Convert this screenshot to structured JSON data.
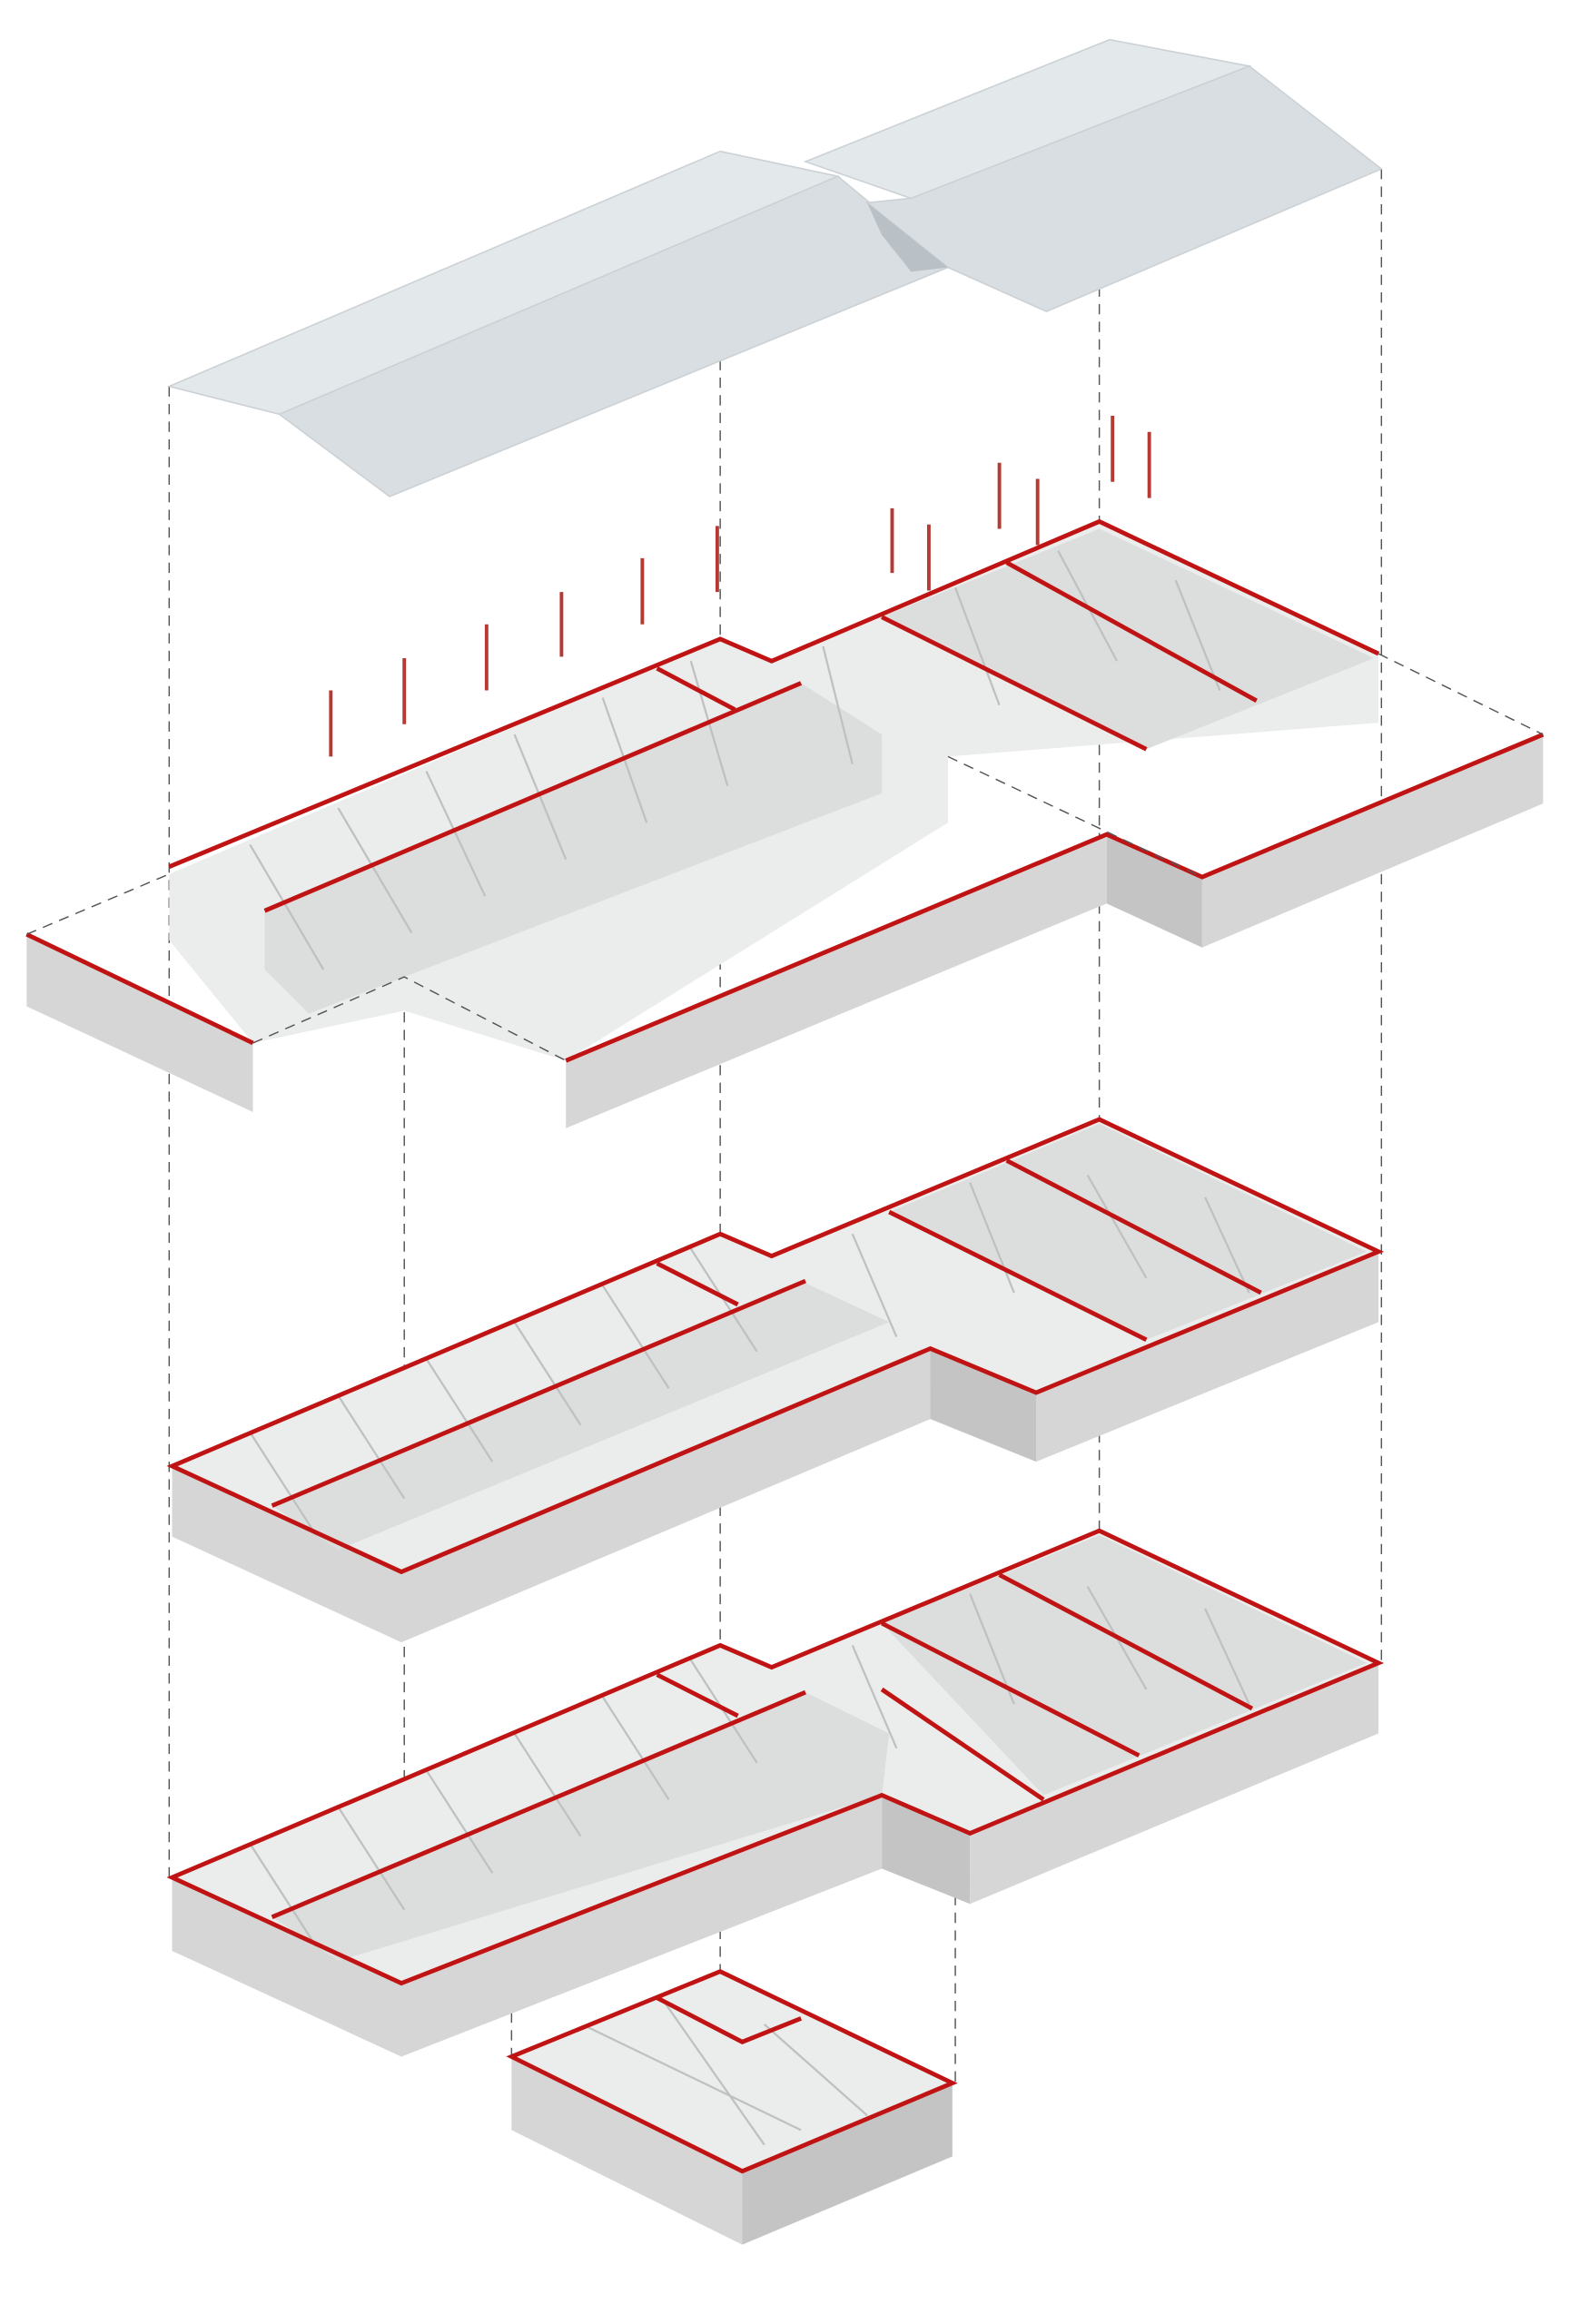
{
  "diagram": {
    "type": "exploded-axonometric-building",
    "levels": [
      "roof",
      "upper-floor",
      "middle-floor",
      "ground-floor",
      "basement"
    ],
    "colors": {
      "outline": "#c01414",
      "posts": "#b53a33",
      "slab_top": "#ebecec",
      "slab_side": "#c4c4c4",
      "roof": "#e3e8eb",
      "projection_lines": "#555555"
    }
  }
}
